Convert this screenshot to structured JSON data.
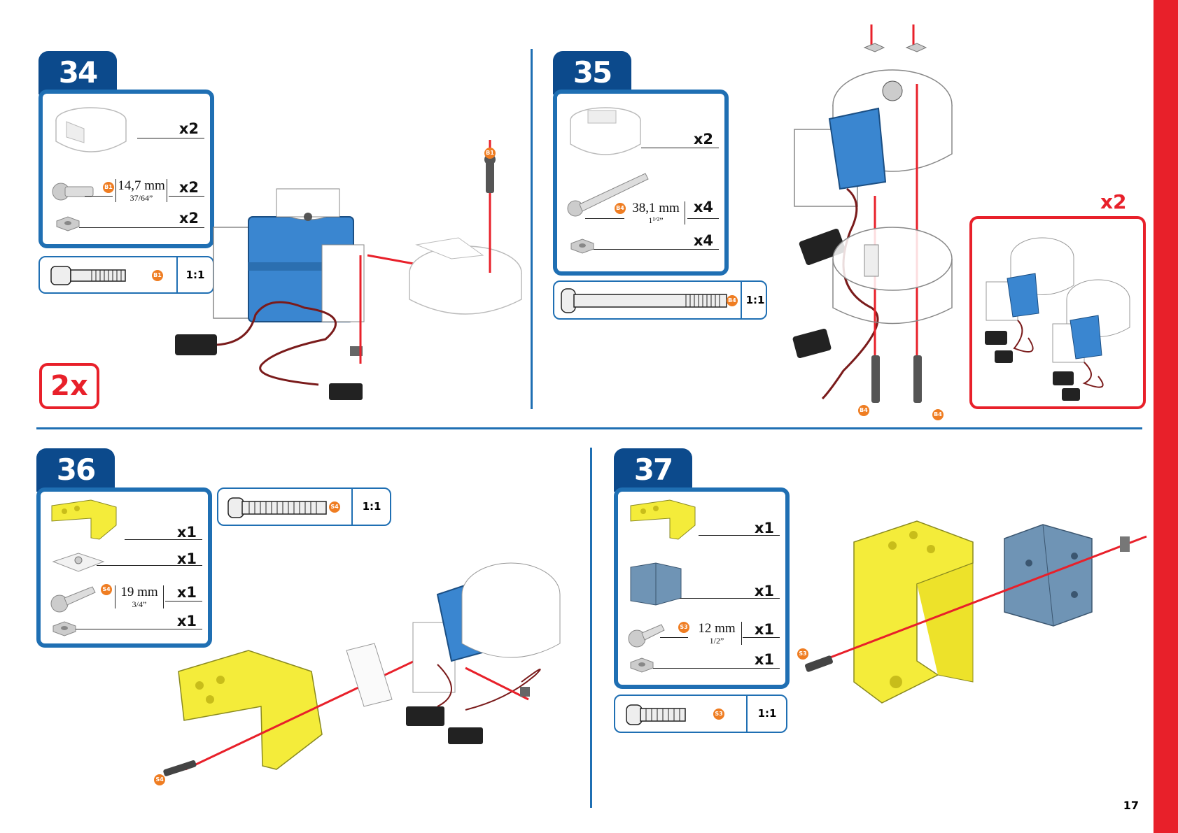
{
  "page_number": "17",
  "colors": {
    "blue": "#1f6fb3",
    "navy": "#0c4a8c",
    "red": "#e8202a",
    "orange": "#ef7d22",
    "yellow": "#f4ec3a",
    "servo_blue": "#3a86d0",
    "bracket_blue": "#6f94b5"
  },
  "steps": [
    {
      "number": "34",
      "parts": [
        {
          "icon": "servo-horn-icon",
          "qty": "x2"
        },
        {
          "icon": "screw-icon",
          "badge": "B1",
          "dim_main": "14,7 mm",
          "dim_sub": "37/64”",
          "qty": "x2"
        },
        {
          "icon": "nut-icon",
          "qty": "x2"
        }
      ],
      "scale": {
        "badge": "B1",
        "ratio": "1:1"
      },
      "repeat": "2x",
      "callouts": [
        "B1"
      ]
    },
    {
      "number": "35",
      "parts": [
        {
          "icon": "servo-horn-icon",
          "qty": "x2"
        },
        {
          "icon": "long-screw-icon",
          "badge": "B4",
          "dim_main": "38,1 mm",
          "dim_sub": "1¹′²”",
          "qty": "x4"
        },
        {
          "icon": "nut-icon",
          "qty": "x4"
        }
      ],
      "scale": {
        "badge": "B4",
        "ratio": "1:1"
      },
      "multiplier": "x2",
      "callouts": [
        "B4",
        "B4"
      ]
    },
    {
      "number": "36",
      "parts": [
        {
          "icon": "yellow-bracket-icon",
          "qty": "x1"
        },
        {
          "icon": "plate-icon",
          "qty": "x1"
        },
        {
          "icon": "screw-icon",
          "badge": "S4",
          "dim_main": "19 mm",
          "dim_sub": "3/4”",
          "qty": "x1"
        },
        {
          "icon": "nut-icon",
          "qty": "x1"
        }
      ],
      "scale": {
        "badge": "S4",
        "ratio": "1:1"
      },
      "callouts": [
        "S4"
      ]
    },
    {
      "number": "37",
      "parts": [
        {
          "icon": "yellow-bracket-icon",
          "qty": "x1"
        },
        {
          "icon": "blue-bracket-icon",
          "qty": "x1"
        },
        {
          "icon": "screw-icon",
          "badge": "S3",
          "dim_main": "12 mm",
          "dim_sub": "1/2”",
          "qty": "x1"
        },
        {
          "icon": "nut-icon",
          "qty": "x1"
        }
      ],
      "scale": {
        "badge": "S3",
        "ratio": "1:1"
      },
      "callouts": [
        "S3"
      ]
    }
  ]
}
